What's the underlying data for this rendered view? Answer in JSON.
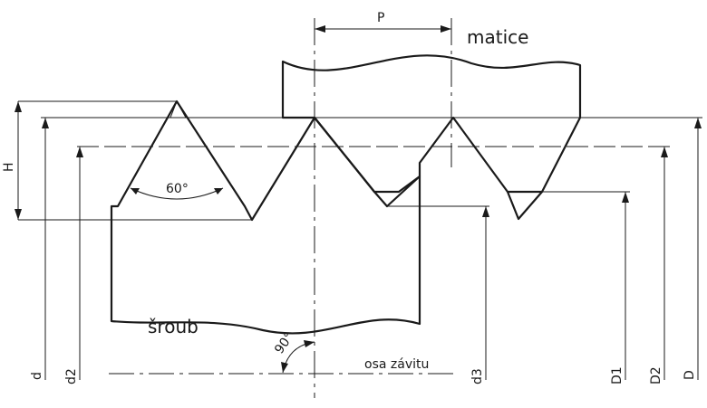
{
  "labels": {
    "P": "P",
    "matice": "matice",
    "sroub": "šroub",
    "H": "H",
    "angle60": "60°",
    "angle90": "90°",
    "axis": "osa závitu",
    "d": "d",
    "d2": "d2",
    "d3": "d3",
    "D1": "D1",
    "D2": "D2",
    "D": "D"
  },
  "colors": {
    "ink": "#1a1a1a",
    "paper": "#ffffff"
  }
}
